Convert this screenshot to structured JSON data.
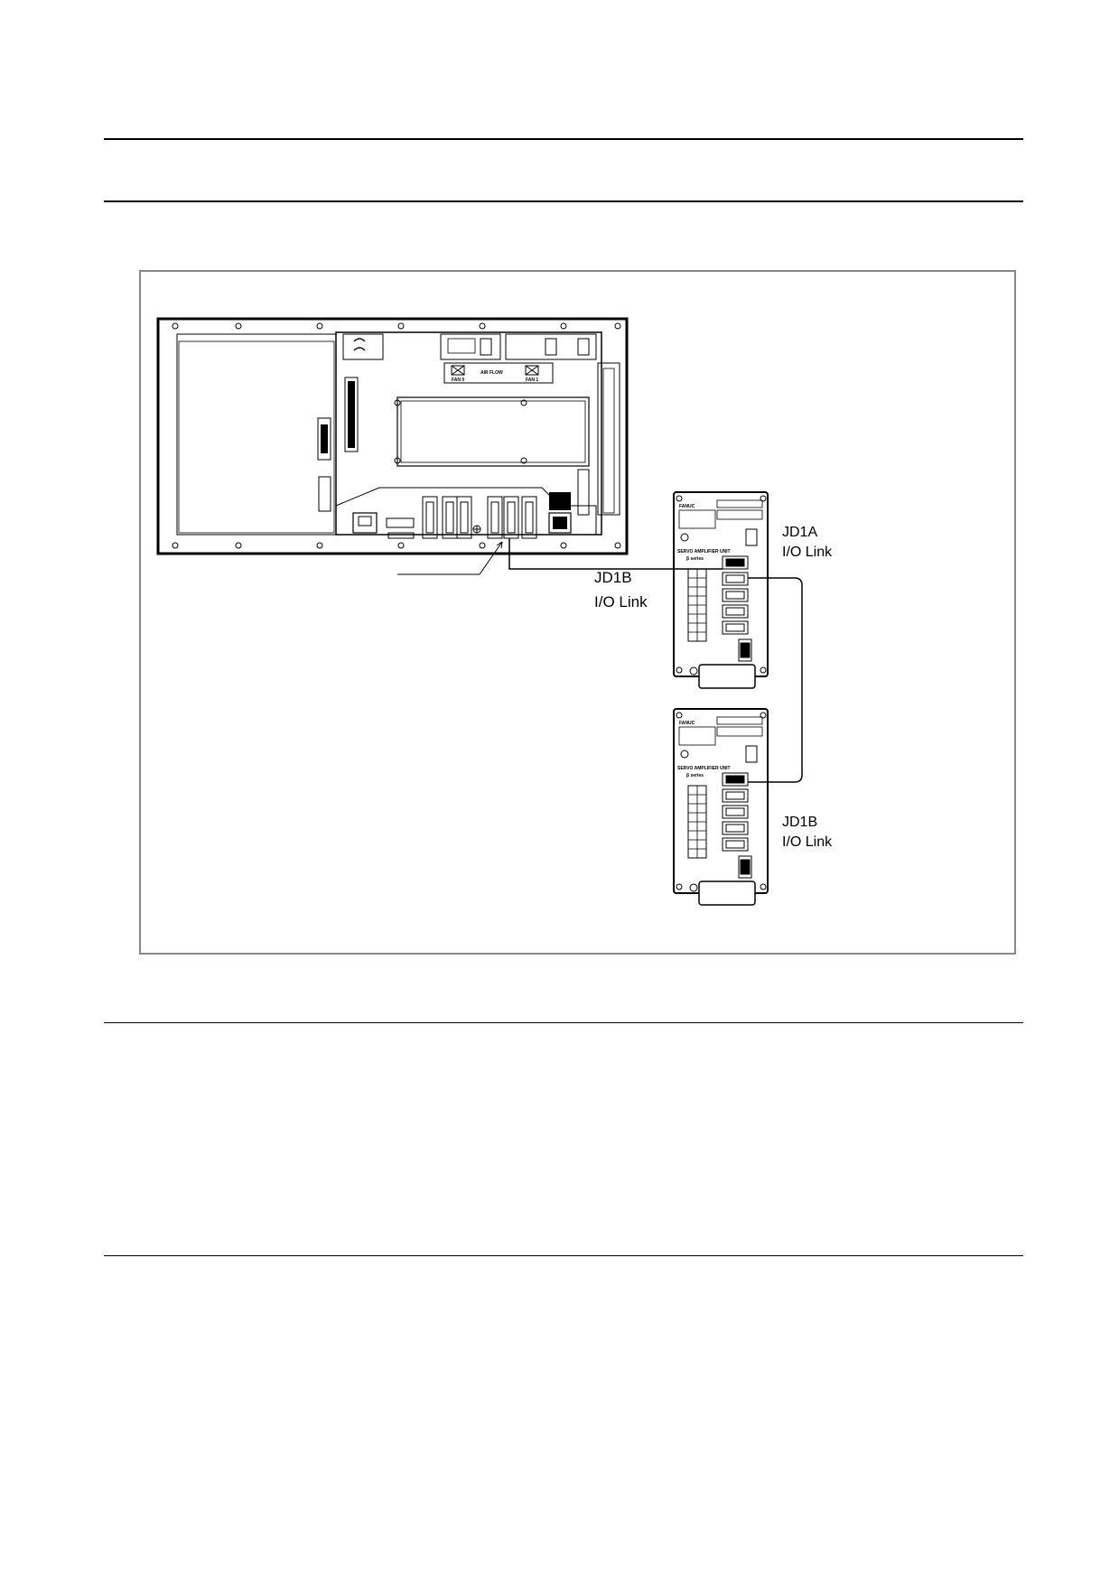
{
  "labels": {
    "jd1a_top": "JD1A",
    "io_link_top": "I/O Link",
    "jd1b_mid": "JD1B",
    "io_link_mid": "I/O Link",
    "jd1b_bottom": "JD1B",
    "io_link_bottom": "I/O Link"
  },
  "controller_markings": {
    "fan0": "FAN 0",
    "airflow": "AIR FLOW",
    "fan1": "FAN 1"
  },
  "amplifier_markings": {
    "brand": "FANUC",
    "unit_name": "SERVO AMPLIFIER UNIT",
    "series": "β series"
  }
}
